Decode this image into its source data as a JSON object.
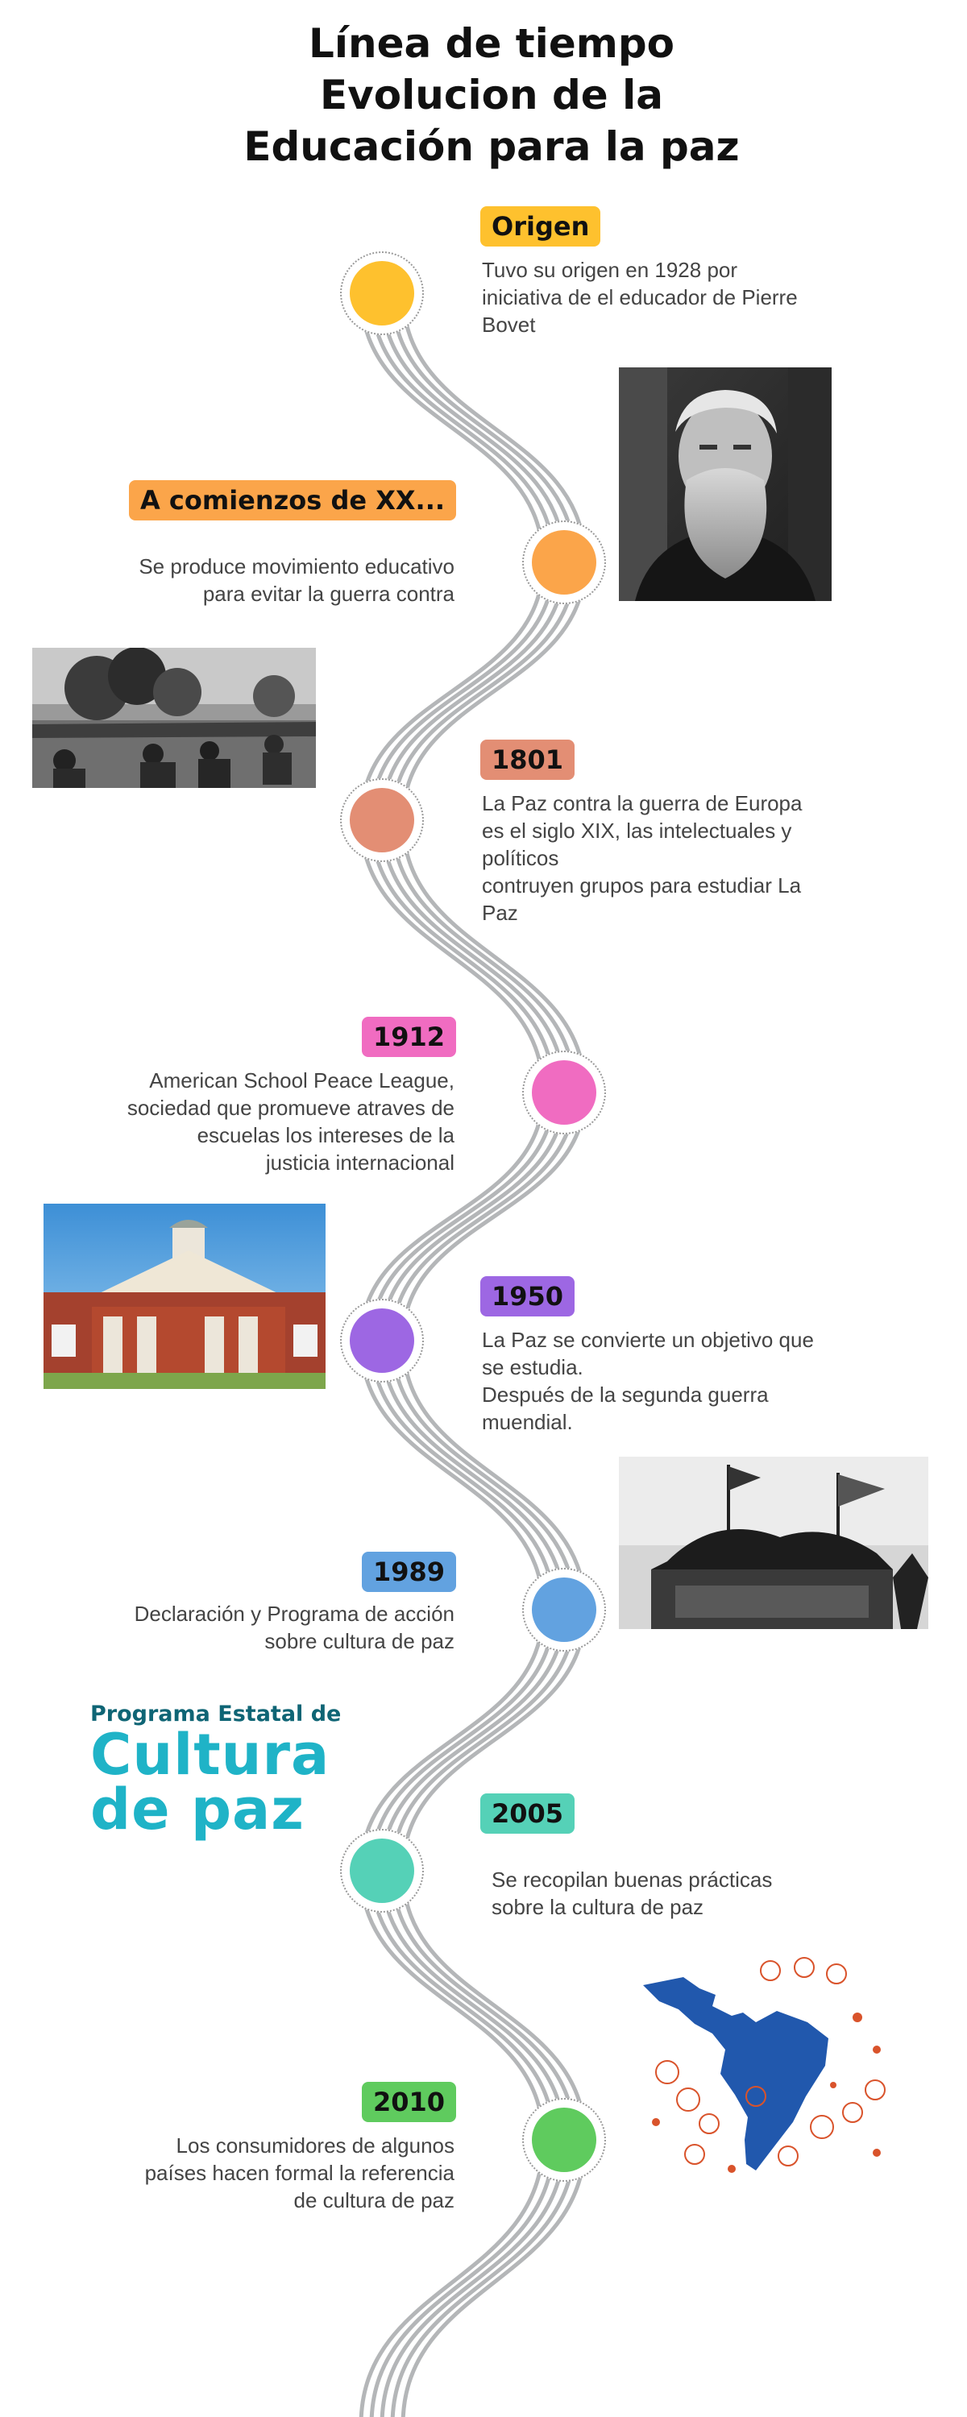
{
  "title": {
    "line1": "Línea de tiempo",
    "line2": "Evolucion de la",
    "line3": "Educación para la paz"
  },
  "events": [
    {
      "label": "Origen",
      "color": "#fec12e",
      "text": "Tuvo su origen en 1928 por\niniciativa de el educador de Pierre\nBovet"
    },
    {
      "label": "A comienzos de XX...",
      "color": "#fba54a",
      "text": "Se produce movimiento educativo\npara evitar la guerra contra"
    },
    {
      "label": "1801",
      "color": "#e38e74",
      "text": "La Paz contra la guerra de Europa\nes el siglo XIX, las intelectuales y\npolíticos\ncontruyen grupos para estudiar La\nPaz"
    },
    {
      "label": "1912",
      "color": "#f06cc1",
      "text": "American School Peace League,\nsociedad que promueve atraves de\nescuelas los intereses de la\njusticia internacional"
    },
    {
      "label": "1950",
      "color": "#9d67e3",
      "text": "La Paz se convierte un objetivo que\nse estudia.\nDespués de la segunda guerra\nmuendial."
    },
    {
      "label": "1989",
      "color": "#62a2e0",
      "text": "Declaración y Programa de acción\nsobre cultura de paz"
    },
    {
      "label": "2005",
      "color": "#55d1b7",
      "text": "Se recopilan buenas prácticas\nsobre la cultura de paz"
    },
    {
      "label": "2010",
      "color": "#5fcb5e",
      "text": "Los consumidores de algunos\npaíses hacen formal la referencia\nde cultura de paz"
    }
  ],
  "program_logo": {
    "line1": "Programa Estatal de",
    "line2": "Cultura",
    "line3": "de paz"
  },
  "images": [
    {
      "name": "portrait-photo",
      "description": "pierre-bovet-portrait"
    },
    {
      "name": "war-photo",
      "description": "soldiers-battlefield"
    },
    {
      "name": "school-photo",
      "description": "school-building"
    },
    {
      "name": "flags-photo",
      "description": "soldiers-raising-flags"
    },
    {
      "name": "map-illustration",
      "description": "latin-america-map-people"
    }
  ]
}
